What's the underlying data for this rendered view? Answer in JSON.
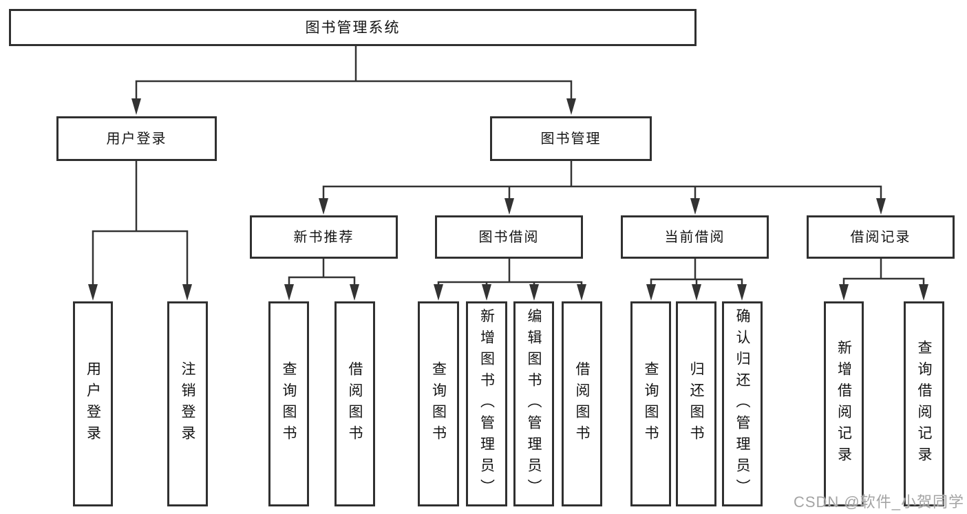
{
  "tree": {
    "label": "图书管理系统",
    "children": [
      {
        "label": "用户登录",
        "children": [
          {
            "label": "用户登录"
          },
          {
            "label": "注销登录"
          }
        ]
      },
      {
        "label": "图书管理",
        "children": [
          {
            "label": "新书推荐",
            "children": [
              {
                "label": "查询图书"
              },
              {
                "label": "借阅图书"
              }
            ]
          },
          {
            "label": "图书借阅",
            "children": [
              {
                "label": "查询图书"
              },
              {
                "label": "新增图书（管理员）"
              },
              {
                "label": "编辑图书（管理员）"
              },
              {
                "label": "借阅图书"
              }
            ]
          },
          {
            "label": "当前借阅",
            "children": [
              {
                "label": "查询图书"
              },
              {
                "label": "归还图书"
              },
              {
                "label": "确认归还（管理员）"
              }
            ]
          },
          {
            "label": "借阅记录",
            "children": [
              {
                "label": "新增借阅记录"
              },
              {
                "label": "查询借阅记录"
              }
            ]
          }
        ]
      }
    ]
  },
  "watermark": {
    "text": "CSDN @软件_小贺同学",
    "color": "#a4a4a4"
  },
  "colors": {
    "background": "#ffffff",
    "box_border": "#303030",
    "connector_line": "#333333",
    "text": "#141414"
  }
}
